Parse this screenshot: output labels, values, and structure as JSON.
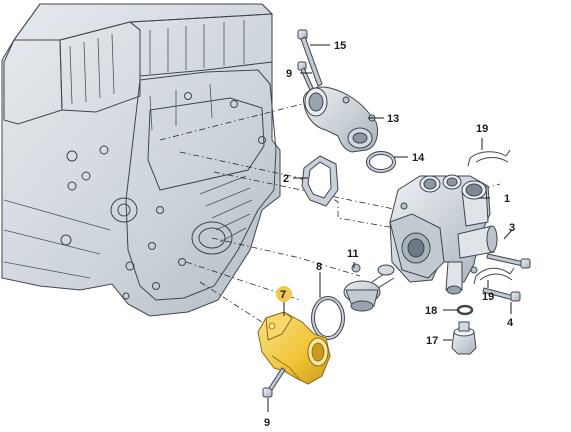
{
  "labels": {
    "l1": "1",
    "l2": "2",
    "l3": "3",
    "l4": "4",
    "l7": "7",
    "l8": "8",
    "l9a": "9",
    "l9b": "9",
    "l11": "11",
    "l13": "13",
    "l14": "14",
    "l15": "15",
    "l17": "17",
    "l18": "18",
    "l19a": "19",
    "l19b": "19"
  },
  "colors": {
    "engine_block": "#d7dde2",
    "engine_shadow": "#aab3bb",
    "part_metal": "#cfd6dc",
    "highlight_part": "#f2c94c",
    "highlight_dot": "#f2c94c",
    "line": "#1a1a1a"
  }
}
